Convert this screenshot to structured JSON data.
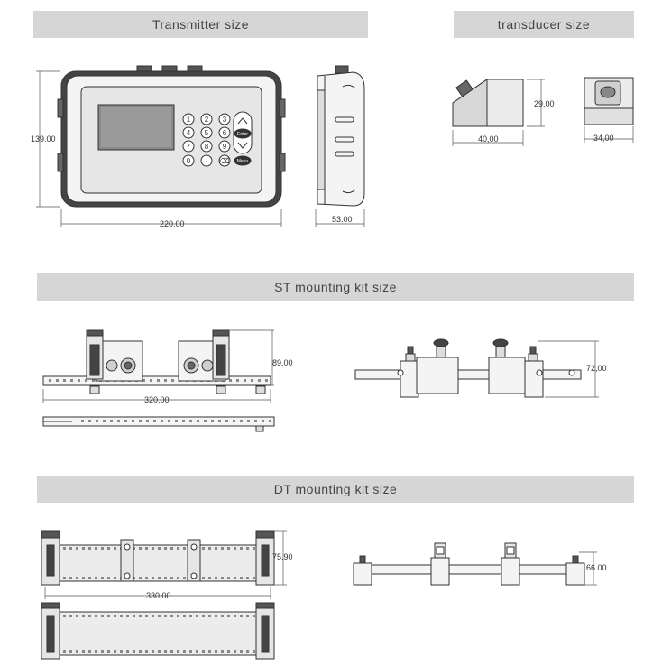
{
  "sections": {
    "transmitter": {
      "title": "Transmitter size",
      "width": "220.00",
      "height": "139.00",
      "depth": "53.00"
    },
    "transducer": {
      "title": "transducer size",
      "length": "40,00",
      "height": "29,00",
      "width": "34,00"
    },
    "st_kit": {
      "title": "ST mounting kit size",
      "length": "320,00",
      "height": "89,00",
      "side_height": "72,00"
    },
    "dt_kit": {
      "title": "DT mounting kit size",
      "length": "330,00",
      "height": "75.90",
      "side_height": "66.00"
    }
  },
  "keypad": {
    "keys": [
      "1",
      "2",
      "3",
      "4",
      "5",
      "6",
      "7",
      "8",
      "9",
      "0",
      "·",
      "⌫"
    ],
    "side_labels": [
      "Enter",
      "Menu"
    ]
  },
  "colors": {
    "header_bg": "#d6d6d6",
    "line": "#333333",
    "body_fill": "#f2f2f2",
    "dark_fill": "#6a6a6a"
  }
}
